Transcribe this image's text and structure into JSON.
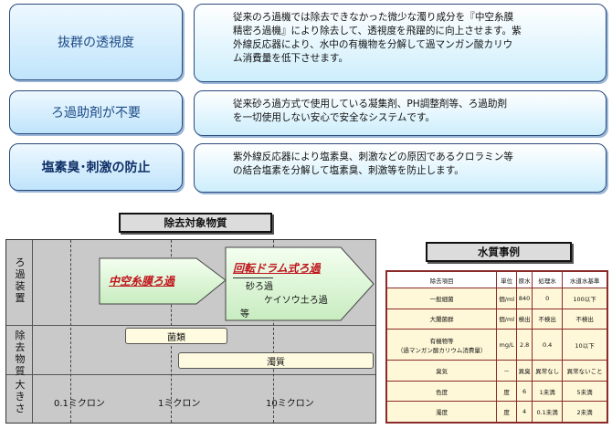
{
  "features": [
    {
      "title": "抜群の透視度",
      "desc": "従来のろ過機では除去できなかった微少な濁り成分を『中空糸膜\n精密ろ過機』により除去して、透視度を飛躍的に向上させます。紫\n外線反応器により、水中の有機物を分解して過マンガン酸カリウ\nム消費量を低下させます。"
    },
    {
      "title": "ろ過助剤が不要",
      "desc": "従来砂ろ過方式で使用している凝集剤、PH調整剤等、ろ過助剤\nを一切使用しない安心で安全なシステムです。"
    },
    {
      "title": "塩素臭･刺激の防止",
      "desc": "紫外線反応器により塩素臭、刺激などの原因であるクロラミン等\nの結合塩素を分解して塩素臭、刺激等を防止します。"
    }
  ],
  "removal": {
    "title": "除去対象物質",
    "row_labels": {
      "filter": [
        "ろ",
        "過",
        "装",
        "置"
      ],
      "substance": [
        "除",
        "去",
        "物",
        "質"
      ],
      "size": [
        "大",
        "き",
        "さ"
      ]
    },
    "arrow1": "中空糸膜ろ過",
    "arrow2": "回転ドラム式ろ過",
    "conventional": [
      "砂ろ過",
      "ケイソウ土ろ過",
      "等"
    ],
    "bacteria": "菌類",
    "turbidity": "濁質",
    "ticks": [
      "0.1ミクロン",
      "1ミクロン",
      "10ミクロン"
    ]
  },
  "quality": {
    "title": "水質事例",
    "headers": [
      "除去項目",
      "単位",
      "原水",
      "処理水",
      "水道水基準"
    ],
    "rows": [
      [
        "一般細菌",
        "個/ml",
        "840",
        "0",
        "100以下"
      ],
      [
        "大腸菌群",
        "個/ml",
        "検出",
        "不検出",
        "不検出"
      ],
      [
        "有機物等\n（過マンガン酸カリウム消費量）",
        "mg/L",
        "2.8",
        "0.4",
        "10以下"
      ],
      [
        "臭気",
        "－",
        "異臭",
        "異常なし",
        "異常ないこと"
      ],
      [
        "色度",
        "度",
        "6",
        "1未満",
        "5未満"
      ],
      [
        "濁度",
        "度",
        "4",
        "0.1未満",
        "2未満"
      ]
    ]
  }
}
